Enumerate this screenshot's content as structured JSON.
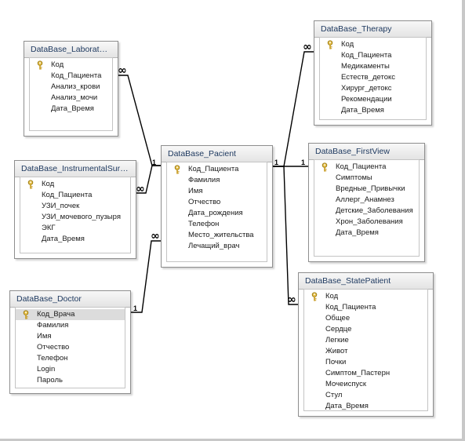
{
  "tables": {
    "laboratory": {
      "title": "DataBase_Laboratory...",
      "fields": [
        "Код",
        "Код_Пациента",
        "Анализ_крови",
        "Анализ_мочи",
        "Дата_Время"
      ]
    },
    "instrumental": {
      "title": "DataBase_InstrumentalSurvey",
      "fields": [
        "Код",
        "Код_Пациента",
        "УЗИ_почек",
        "УЗИ_мочевого_пузыря",
        "ЭКГ",
        "Дата_Время"
      ]
    },
    "doctor": {
      "title": "DataBase_Doctor",
      "fields": [
        "Код_Врача",
        "Фамилия",
        "Имя",
        "Отчество",
        "Телефон",
        "Login",
        "Пароль"
      ]
    },
    "pacient": {
      "title": "DataBase_Pacient",
      "fields": [
        "Код_Пациента",
        "Фамилия",
        "Имя",
        "Отчество",
        "Дата_рождения",
        "Телефон",
        "Место_жительства",
        "Лечащий_врач"
      ]
    },
    "therapy": {
      "title": "DataBase_Therapy",
      "fields": [
        "Код",
        "Код_Пациента",
        "Медикаменты",
        "Естеств_детокс",
        "Хирург_детокс",
        "Рекомендации",
        "Дата_Время"
      ]
    },
    "firstview": {
      "title": "DataBase_FirstView",
      "fields": [
        "Код_Пациента",
        "Симптомы",
        "Вредные_Привычки",
        "Аллерг_Анамнез",
        "Детские_Заболевания",
        "Хрон_Заболевания",
        "Дата_Время"
      ]
    },
    "statepatient": {
      "title": "DataBase_StatePatient",
      "fields": [
        "Код",
        "Код_Пациента",
        "Общее",
        "Сердце",
        "Легкие",
        "Живот",
        "Почки",
        "Симптом_Пастерн",
        "Мочеиспуск",
        "Стул",
        "Дата_Время"
      ]
    }
  },
  "cardinality": {
    "one": "1",
    "many": "∞"
  }
}
